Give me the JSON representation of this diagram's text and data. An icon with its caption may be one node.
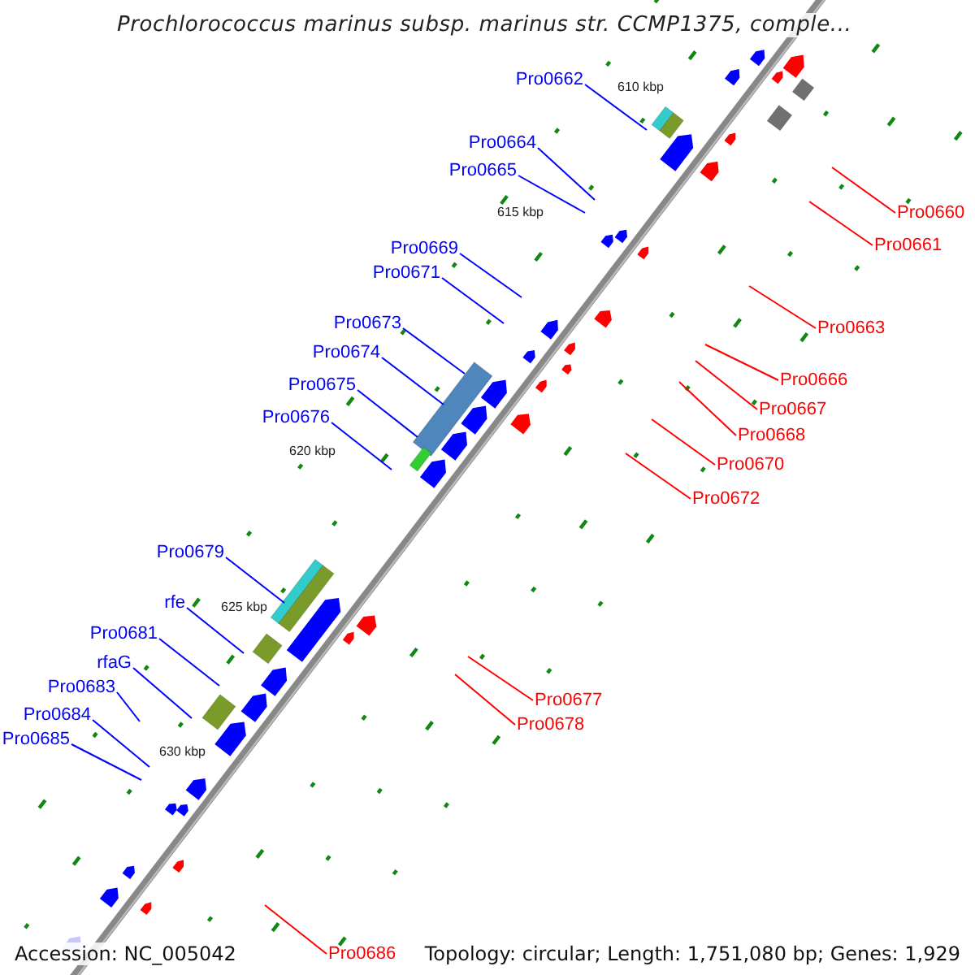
{
  "diagram": {
    "title": "Prochlorococcus marinus subsp. marinus str. CCMP1375, comple...",
    "nodes": [
      {
        "text": [
          "Pro0662"
        ]
      },
      {
        "text": [
          "Pro0664"
        ]
      },
      {
        "text": [
          "Pro0665"
        ]
      },
      {
        "text": [
          "Pro0669"
        ]
      },
      {
        "text": [
          "Pro0671"
        ]
      },
      {
        "text": [
          "Pro0673"
        ]
      },
      {
        "text": [
          "Pro0674"
        ]
      },
      {
        "text": [
          "Pro0675"
        ]
      },
      {
        "text": [
          "Pro0676"
        ]
      },
      {
        "text": [
          "Pro0679"
        ]
      },
      {
        "text": [
          "rfe"
        ]
      },
      {
        "text": [
          "Pro0681"
        ]
      },
      {
        "text": [
          "rfaG"
        ]
      },
      {
        "text": [
          "Pro0683"
        ]
      },
      {
        "text": [
          "Pro0684"
        ]
      },
      {
        "text": [
          "Pro0685"
        ]
      },
      {
        "text": [
          "Pro0660"
        ]
      },
      {
        "text": [
          "Pro0661"
        ]
      },
      {
        "text": [
          "Pro0663"
        ]
      },
      {
        "text": [
          "Pro0666"
        ]
      },
      {
        "text": [
          "Pro0667"
        ]
      },
      {
        "text": [
          "Pro0668"
        ]
      },
      {
        "text": [
          "Pro0670"
        ]
      },
      {
        "text": [
          "Pro0672"
        ]
      },
      {
        "text": [
          "Pro0677"
        ]
      },
      {
        "text": [
          "Pro0678"
        ]
      },
      {
        "text": [
          "Pro0686"
        ]
      }
    ],
    "edges": [
      {
        "from": 0,
        "to": null,
        "arrow": "none"
      },
      {
        "from": 1,
        "to": null,
        "arrow": "none"
      },
      {
        "from": 2,
        "to": null,
        "arrow": "none"
      },
      {
        "from": 3,
        "to": null,
        "arrow": "none"
      },
      {
        "from": 4,
        "to": null,
        "arrow": "none"
      },
      {
        "from": 5,
        "to": null,
        "arrow": "none"
      },
      {
        "from": 6,
        "to": null,
        "arrow": "none"
      },
      {
        "from": 7,
        "to": null,
        "arrow": "none"
      },
      {
        "from": 8,
        "to": null,
        "arrow": "none"
      },
      {
        "from": 9,
        "to": null,
        "arrow": "none"
      },
      {
        "from": 10,
        "to": null,
        "arrow": "none"
      },
      {
        "from": 11,
        "to": null,
        "arrow": "none"
      },
      {
        "from": 12,
        "to": null,
        "arrow": "none"
      },
      {
        "from": 13,
        "to": null,
        "arrow": "none"
      },
      {
        "from": 14,
        "to": null,
        "arrow": "none"
      },
      {
        "from": 15,
        "to": null,
        "arrow": "none"
      },
      {
        "from": 16,
        "to": null,
        "arrow": "none",
        "color": "#ff0000"
      },
      {
        "from": 17,
        "to": null,
        "arrow": "none",
        "color": "#ff0000"
      },
      {
        "from": 18,
        "to": null,
        "arrow": "none",
        "color": "#ff0000"
      },
      {
        "from": 19,
        "to": null,
        "arrow": "none",
        "color": "#ff0000"
      },
      {
        "from": 20,
        "to": null,
        "arrow": "none",
        "color": "#ff0000"
      },
      {
        "from": 21,
        "to": null,
        "arrow": "none",
        "color": "#ff0000"
      },
      {
        "from": 22,
        "to": null,
        "arrow": "none",
        "color": "#ff0000"
      },
      {
        "from": 23,
        "to": null,
        "arrow": "none",
        "color": "#ff0000"
      },
      {
        "from": 24,
        "to": null,
        "arrow": "none",
        "color": "#ff0000"
      },
      {
        "from": 25,
        "to": null,
        "arrow": "none",
        "color": "#ff0000"
      },
      {
        "from": 26,
        "to": null,
        "arrow": "none",
        "color": "#ff0000"
      }
    ],
    "labels": [
      "610 kbp",
      "615 kbp",
      "620 kbp",
      "625 kbp",
      "630 kbp",
      "Accession: NC_005042",
      "Topology: circular; Length: 1,751,080 bp; Genes: 1,929"
    ]
  }
}
